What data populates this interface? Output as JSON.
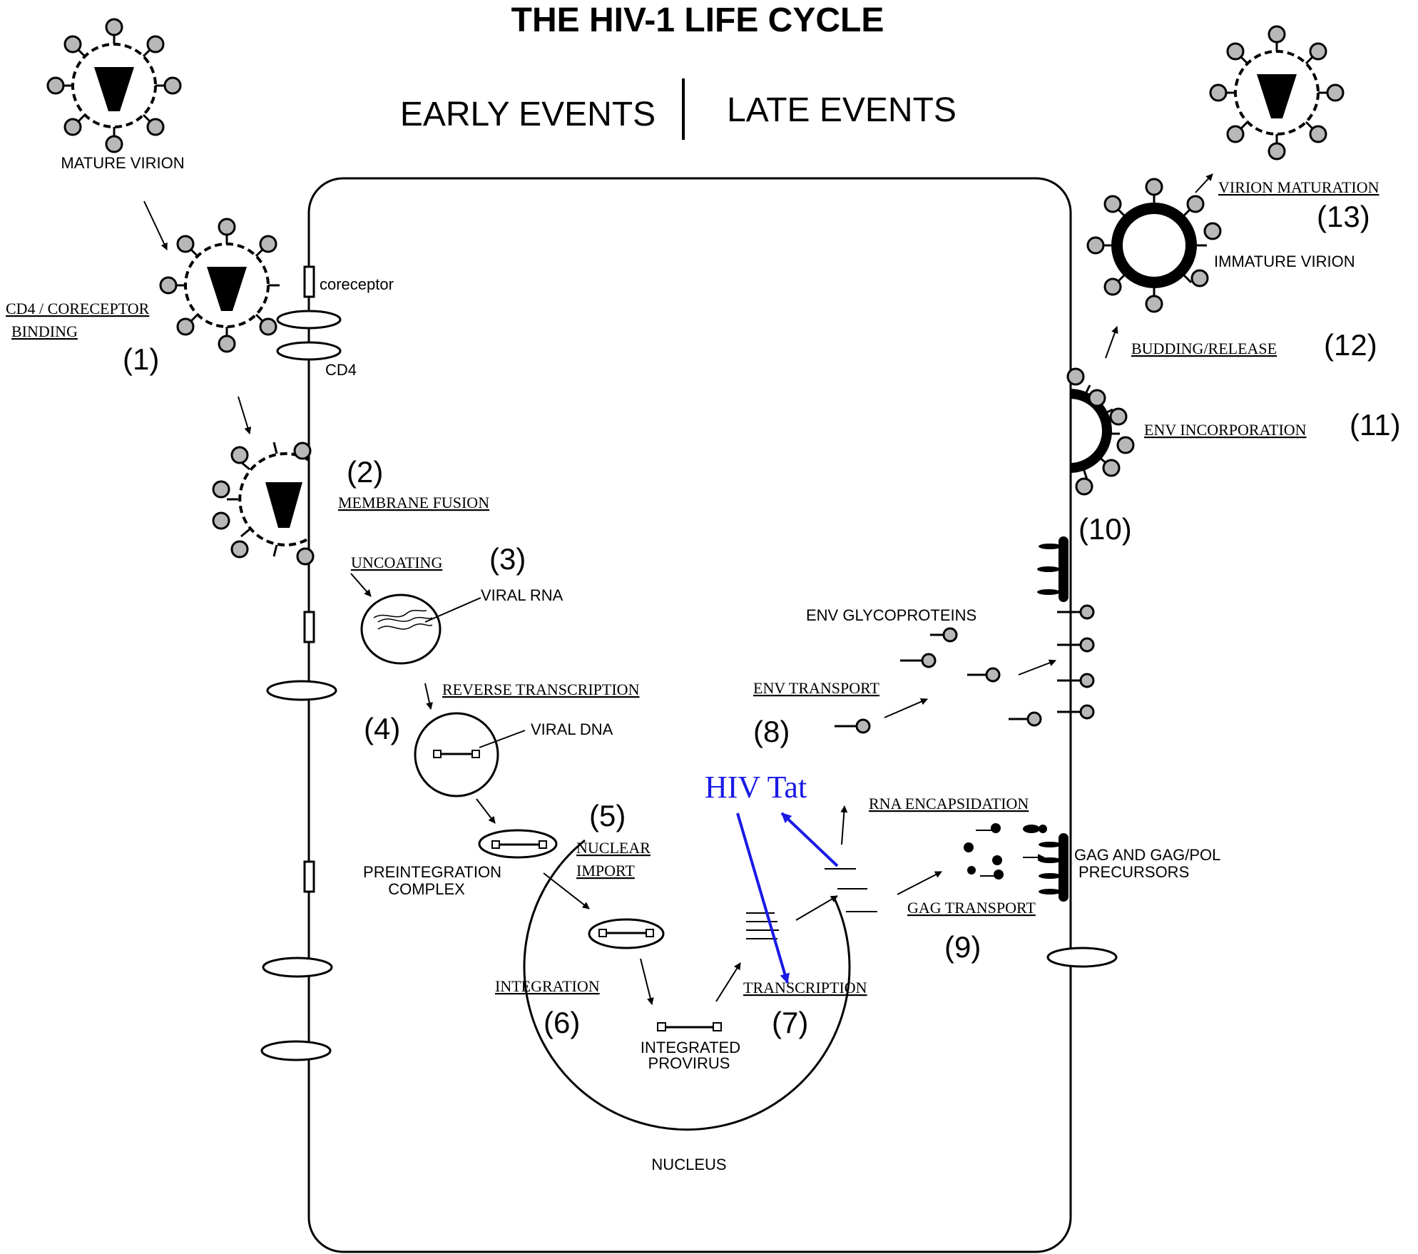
{
  "header": {
    "title": "THE HIV-1 LIFE CYCLE",
    "early": "EARLY EVENTS",
    "late": "LATE EVENTS"
  },
  "labels": {
    "mature_virion": "MATURE VIRION",
    "coreceptor": "coreceptor",
    "cd4": "CD4",
    "cd4_binding_1": "CD4 / CORECEPTOR",
    "cd4_binding_2": "BINDING",
    "membrane_fusion": "MEMBRANE FUSION",
    "uncoating": "UNCOATING",
    "viral_rna": "VIRAL RNA",
    "reverse_transcription": "REVERSE TRANSCRIPTION",
    "viral_dna": "VIRAL DNA",
    "preintegration_1": "PREINTEGRATION",
    "preintegration_2": "COMPLEX",
    "nuclear_import_1": "NUCLEAR",
    "nuclear_import_2": "IMPORT",
    "integration": "INTEGRATION",
    "integrated_1": "INTEGRATED",
    "integrated_2": "PROVIRUS",
    "transcription": "TRANSCRIPTION",
    "nucleus": "NUCLEUS",
    "hiv_tat": "HIV Tat",
    "env_glycoproteins": "ENV GLYCOPROTEINS",
    "env_transport": "ENV  TRANSPORT",
    "rna_encapsidation": "RNA ENCAPSIDATION",
    "gag_precursors_1": "GAG AND GAG/POL",
    "gag_precursors_2": "PRECURSORS",
    "gag_transport": "GAG  TRANSPORT",
    "env_incorporation": "ENV  INCORPORATION",
    "budding_release": "BUDDING/RELEASE",
    "immature_virion": "IMMATURE VIRION",
    "virion_maturation": "VIRION MATURATION"
  },
  "steps": {
    "s1": "(1)",
    "s2": "(2)",
    "s3": "(3)",
    "s4": "(4)",
    "s5": "(5)",
    "s6": "(6)",
    "s7": "(7)",
    "s8": "(8)",
    "s9": "(9)",
    "s10": "(10)",
    "s11": "(11)",
    "s12": "(12)",
    "s13": "(13)"
  },
  "colors": {
    "ink": "#000000",
    "tat": "#1a1ae6",
    "knob": "#b8b8b8"
  }
}
